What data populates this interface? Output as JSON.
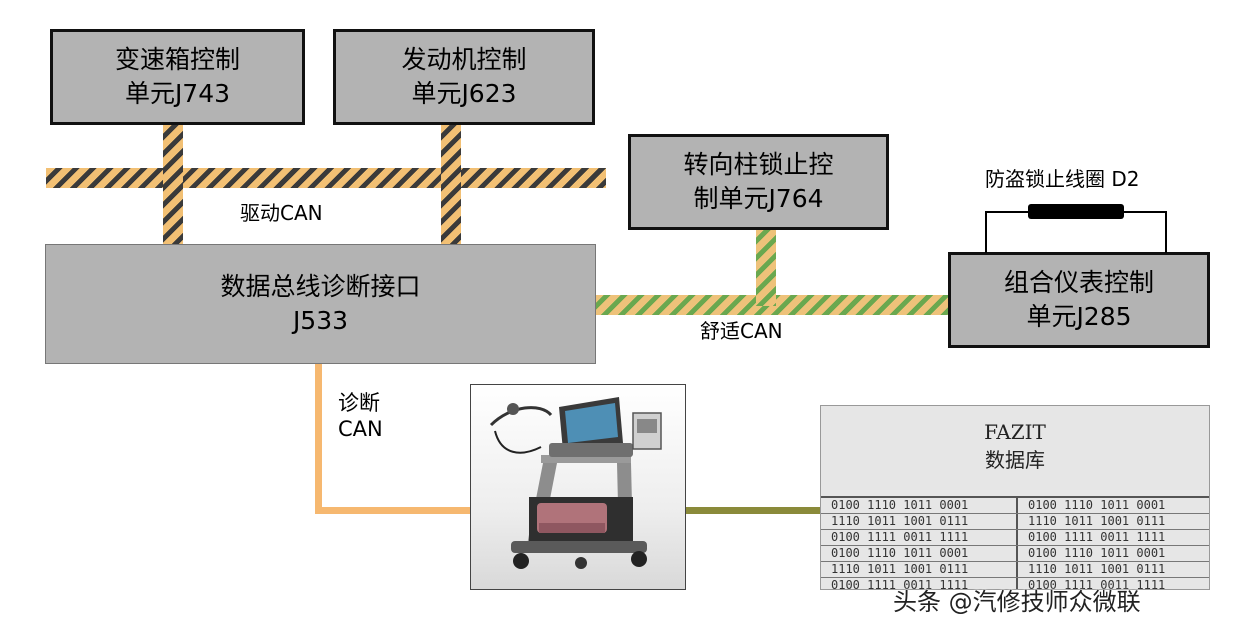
{
  "units": {
    "gearbox": {
      "line1": "变速箱控制",
      "line2": "单元J743"
    },
    "engine": {
      "line1": "发动机控制",
      "line2": "单元J623"
    },
    "steering_lock": {
      "line1": "转向柱锁止控",
      "line2": "制单元J764"
    },
    "gateway": {
      "line1": "数据总线诊断接口",
      "line2": "J533"
    },
    "instrument": {
      "line1": "组合仪表控制",
      "line2": "单元J285"
    }
  },
  "labels": {
    "drive_can": "驱动CAN",
    "comfort_can": "舒适CAN",
    "diag_can_line1": "诊断",
    "diag_can_line2": "CAN",
    "immobilizer_coil": "防盗锁止线圈 D2"
  },
  "fazit": {
    "title_line1": "FAZIT",
    "title_line2": "数据库",
    "rows": [
      [
        "0100 1110 1011 0001",
        "0100 1110 1011 0001"
      ],
      [
        "1110 1011 1001 0111",
        "1110 1011 1001 0111"
      ],
      [
        "0100 1111 0011 1111",
        "0100 1111 0011 1111"
      ],
      [
        "0100 1110 1011 0001",
        "0100 1110 1011 0001"
      ],
      [
        "1110 1011 1001 0111",
        "1110 1011 1001 0111"
      ],
      [
        "0100 1111 0011 1111",
        "0100 1111 0011 1111"
      ]
    ]
  },
  "watermark": "头条 @汽修技师众微联",
  "colors": {
    "box_fill": "#b3b3b3",
    "drive_bus_stripe": "#f2c074",
    "comfort_bus_stripe": "#6aa84f",
    "diag_line": "#f6b870",
    "data_line": "#8a8a3a"
  }
}
